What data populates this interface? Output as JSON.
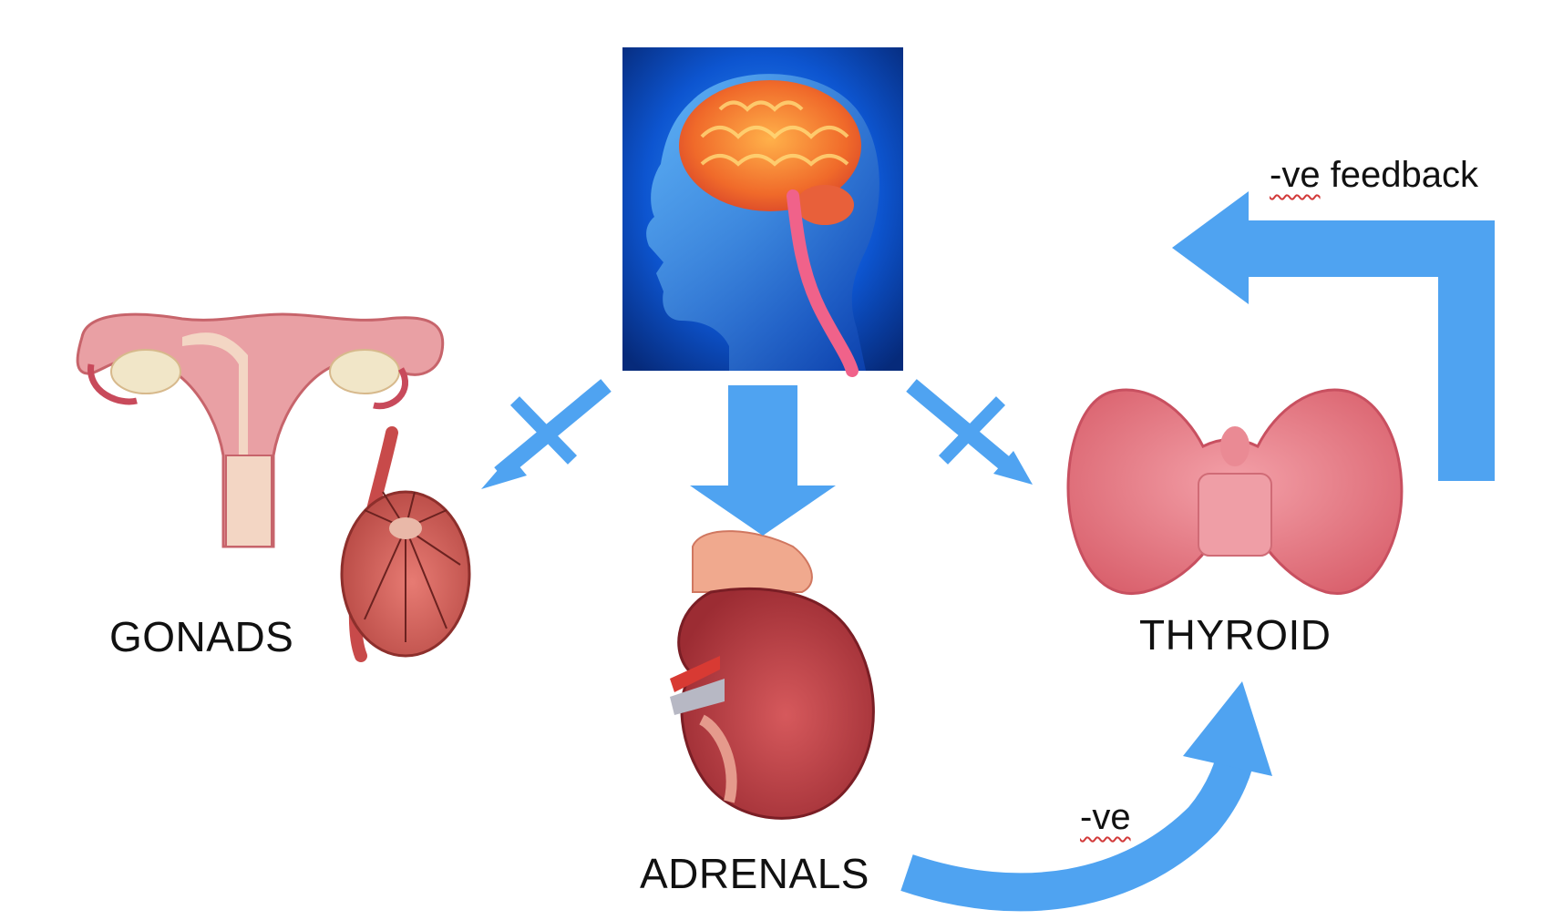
{
  "labels": {
    "gonads": "GONADS",
    "adrenals": "ADRENALS",
    "thyroid": "THYROID"
  },
  "notes": {
    "feedback_prefix": "-ve",
    "feedback_word": " feedback",
    "adrenal_to_thyroid": "-ve"
  },
  "colors": {
    "arrow": "#4fa3f1",
    "brain_bg": "#0b4cc4",
    "organ_pink": "#e8757c",
    "kidney_red": "#b8333a",
    "thyroid_pink": "#e77b85",
    "text": "#111111"
  },
  "icons": {
    "brain": "brain-head-illustration",
    "uterus": "uterus-illustration",
    "testis": "testis-illustration",
    "kidney": "kidney-adrenal-illustration",
    "thyroid": "thyroid-illustration"
  }
}
